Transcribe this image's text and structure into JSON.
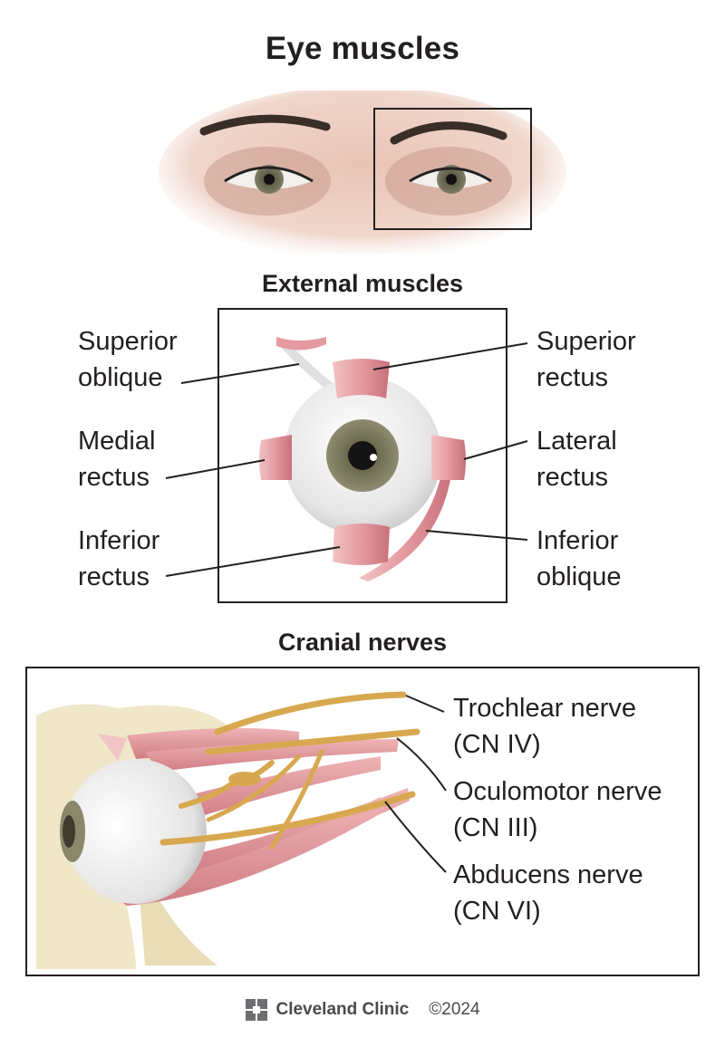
{
  "title": "Eye muscles",
  "sections": {
    "external": "External muscles",
    "cranial": "Cranial nerves"
  },
  "muscles": {
    "superior_oblique": "Superior\noblique",
    "medial_rectus": "Medial\nrectus",
    "inferior_rectus": "Inferior\nrectus",
    "superior_rectus": "Superior\nrectus",
    "lateral_rectus": "Lateral\nrectus",
    "inferior_oblique": "Inferior\noblique"
  },
  "nerves": {
    "trochlear": "Trochlear nerve\n(CN IV)",
    "oculomotor": "Oculomotor nerve\n(CN III)",
    "abducens": "Abducens nerve\n(CN VI)"
  },
  "footer": {
    "brand": "Cleveland Clinic",
    "copyright": "©2024"
  },
  "colors": {
    "muscle": "#e8a3a6",
    "muscle_dark": "#c96f76",
    "nerve": "#d7a84f",
    "sclera": "#eeeeee",
    "iris": "#7c7a5c",
    "bone": "#efe7c8",
    "line": "#231f20"
  }
}
